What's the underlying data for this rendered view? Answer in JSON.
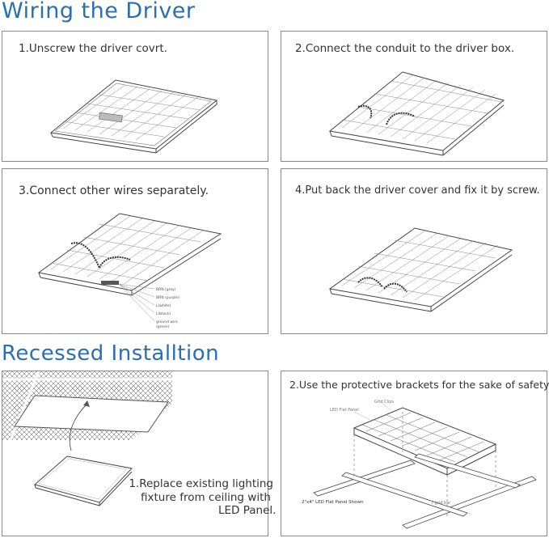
{
  "section1": {
    "title": "Wiring the Driver",
    "steps": [
      "1.Unscrew the driver covrt.",
      "2.Connect the conduit to the driver box.",
      "3.Connect other wires separately.",
      "4.Put back the driver cover and fix it by screw."
    ],
    "wire_labels": [
      "BRN (grey)",
      "BRN (purple)",
      "L(white)",
      "L(black)",
      "ground wire",
      "(green)"
    ]
  },
  "section2": {
    "title": "Recessed Installtion",
    "step1": [
      "1.Replace existing lighting",
      "fixture from ceiling with",
      "LED Panel."
    ],
    "step2": "2.Use the protective brackets for the sake of safety.",
    "diagram_labels": {
      "grid_clips": "Grid Clips",
      "led_flat_panel": "LED Flat Panel",
      "panel_shown": "2\"x4\" LED Flat Panel Shown",
      "t_grid_bar": "T grid bar"
    }
  }
}
